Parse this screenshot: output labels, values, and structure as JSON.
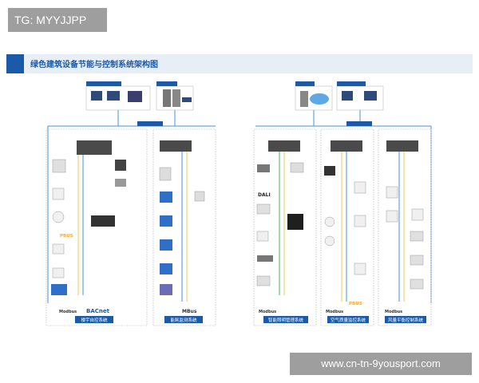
{
  "header": {
    "tag": "TG: MYYJJPP",
    "title": "绿色建筑设备节能与控制系统架构图"
  },
  "footer": {
    "watermark": "www.cn-tn-9yousport.com"
  },
  "labels": {
    "dali": "DALI",
    "pbus": "PBUS",
    "bacnet": "BACnet",
    "modbus": "Modbus",
    "mbus": "MBus"
  },
  "systems": [
    {
      "name": "楼宇自控系统"
    },
    {
      "name": "能耗监测系统"
    },
    {
      "name": "智能照明管理系统"
    },
    {
      "name": "空气质量监控系统"
    },
    {
      "name": "风量平衡控制系统"
    }
  ],
  "colors": {
    "brand": "#1a5aa8",
    "line_blue": "#4a90d9",
    "line_yellow": "#f2c94c",
    "line_green": "#4caf50",
    "frame": "#bdbdbd"
  }
}
